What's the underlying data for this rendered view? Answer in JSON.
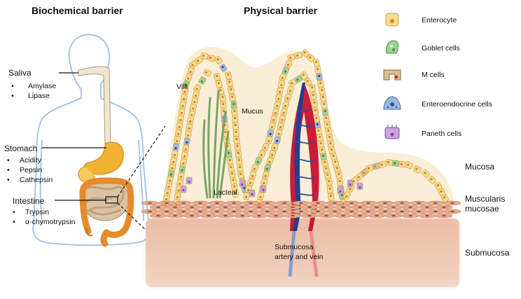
{
  "titles": {
    "biochemical": "Biochemical barrier",
    "physical": "Physical barrier"
  },
  "organs": {
    "saliva": {
      "label": "Saliva",
      "items": [
        "Amylase",
        "Lipase"
      ]
    },
    "stomach": {
      "label": "Stomach",
      "items": [
        "Acidity",
        "Pepsin",
        "Cathepsin"
      ]
    },
    "intestine": {
      "label": "Intestine",
      "items": [
        "Trypsin",
        "α-chymotrypsin"
      ]
    }
  },
  "bullet": "•",
  "annotations": {
    "villi": "Villi",
    "mucus": "Mucus",
    "lacteal": "Lacteal",
    "vessels_line1": "Submucosa",
    "vessels_line2": "artery and vein"
  },
  "legend": [
    {
      "label": "Enterocyte",
      "icon": "enterocyte-icon"
    },
    {
      "label": "Goblet cells",
      "icon": "goblet-cell-icon"
    },
    {
      "label": "M cells",
      "icon": "m-cell-icon"
    },
    {
      "label": "Enteroendocrine cells",
      "icon": "enteroendocrine-cell-icon"
    },
    {
      "label": "Paneth cells",
      "icon": "paneth-cell-icon"
    }
  ],
  "layers": {
    "mucosa": "Mucosa",
    "muscularis_line1": "Muscularis",
    "muscularis_line2": "mucosae",
    "submucosa": "Submucosa"
  },
  "colors": {
    "enterocyte": "#f7dc8e",
    "goblet": "#9fd19a",
    "m_cell": "#d9bf8c",
    "enteroendocrine": "#9db9e3",
    "paneth": "#caa2dc",
    "artery": "#c8102e",
    "vein": "#1f3f8f",
    "mucus": "#fbecd2",
    "muscle": "#e8a98a",
    "submucosa": "#f0cfbd",
    "lacteal": "#7aa36a"
  }
}
